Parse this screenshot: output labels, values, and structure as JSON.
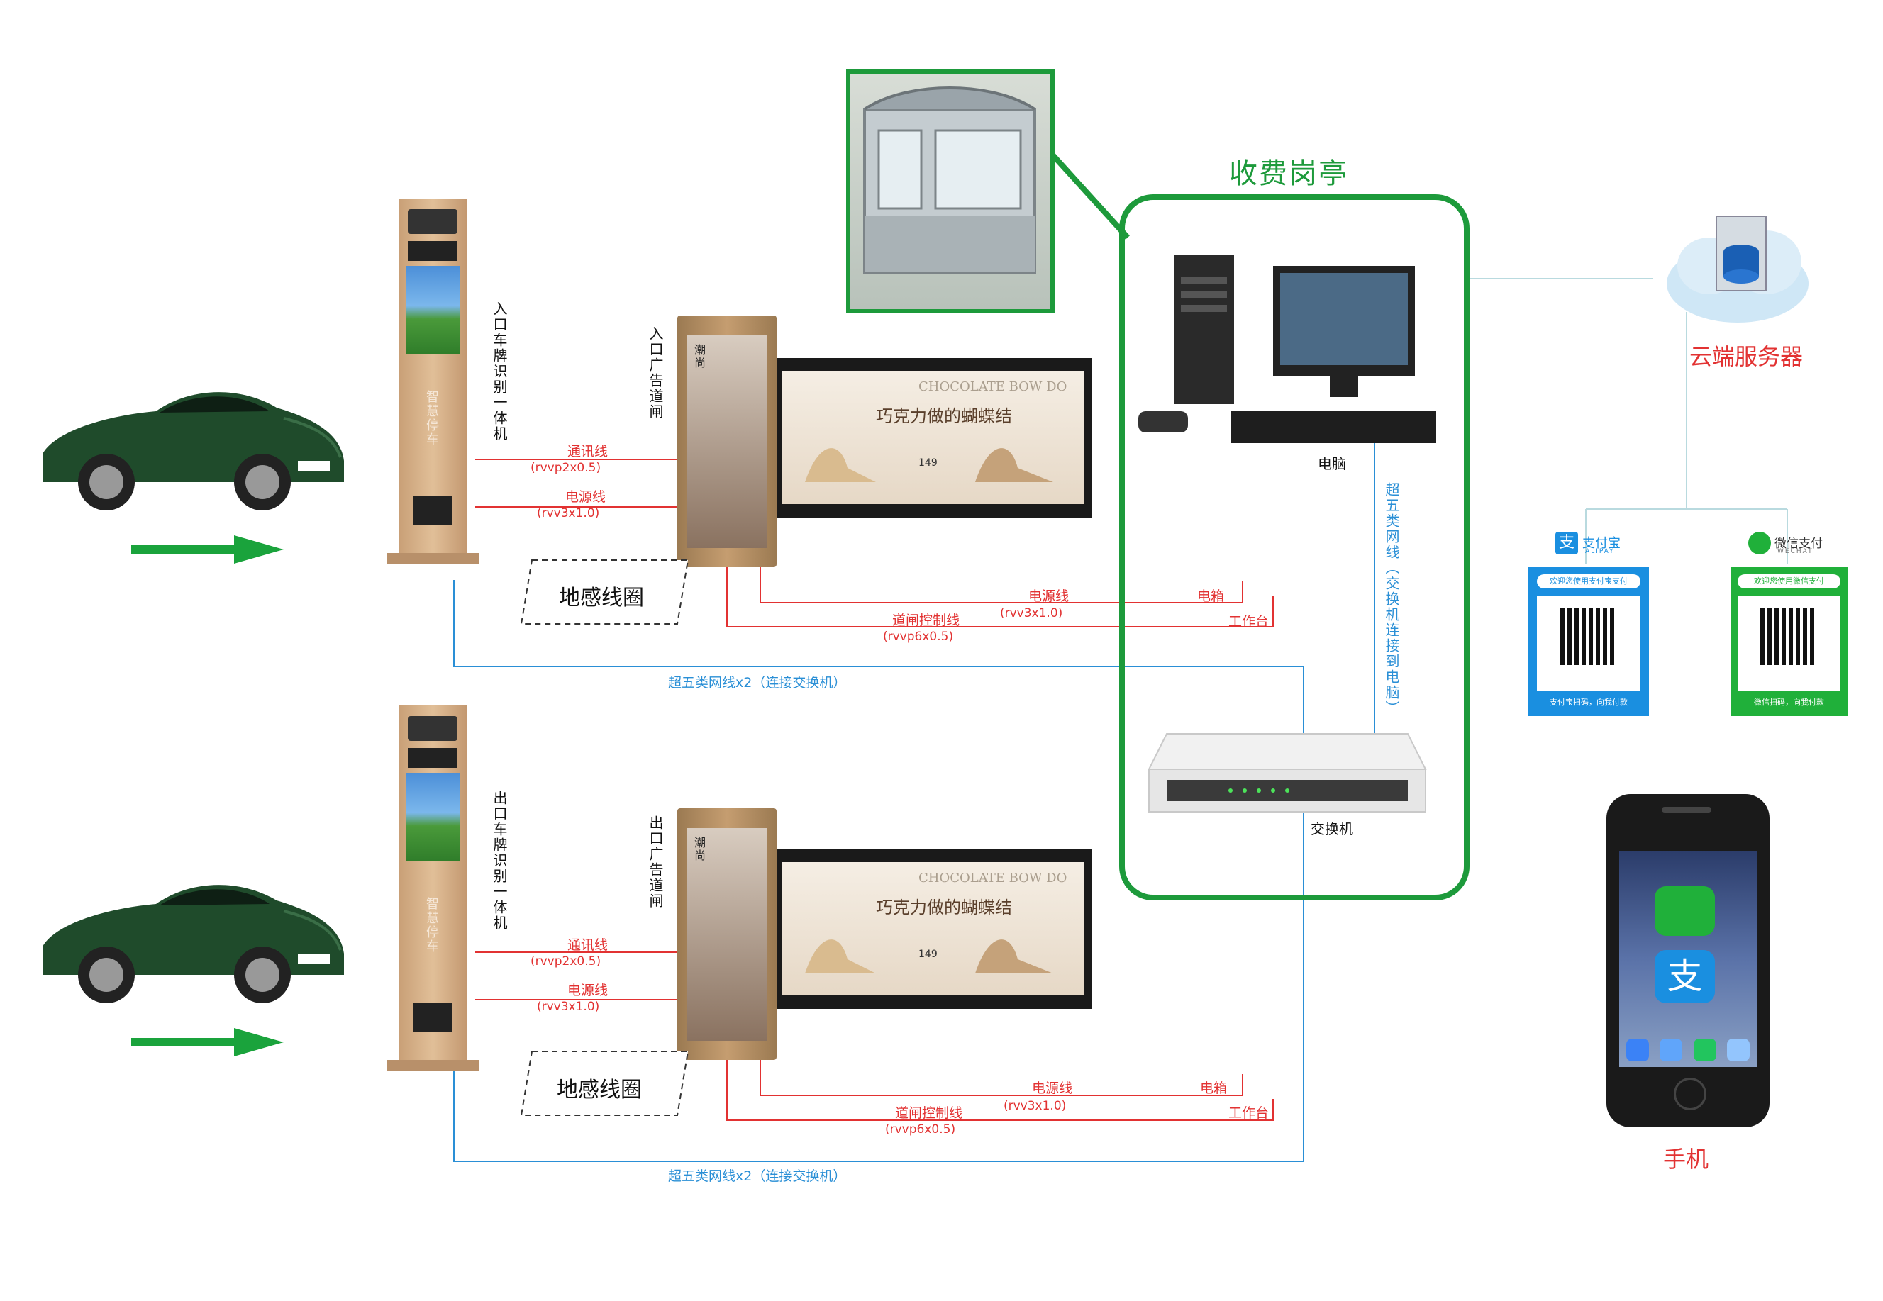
{
  "booth": {
    "title": "收费岗亭"
  },
  "cloud": {
    "label": "云端服务器"
  },
  "computer": {
    "label": "电脑"
  },
  "switch": {
    "label": "交换机"
  },
  "phone": {
    "label": "手机"
  },
  "cable_pc_switch": "超五类网线（交换机连接到电脑）",
  "entrance": {
    "lpr_label": "入口车牌识别一体机",
    "gate_label": "入口广告道闸",
    "lpr_screen_text": "智慧停车",
    "comm_line": "通讯线",
    "comm_spec": "(rvvp2x0.5)",
    "power_line": "电源线",
    "power_spec": "(rvv3x1.0)",
    "loop": "地感线圈",
    "gate_power_line": "电源线",
    "gate_power_spec": "(rvv3x1.0)",
    "gate_ctrl_line": "道闸控制线",
    "gate_ctrl_spec": "(rvvp6x0.5)",
    "power_box": "电箱",
    "workbench": "工作台",
    "network": "超五类网线x2（连接交换机）"
  },
  "exit": {
    "lpr_label": "出口车牌识别一体机",
    "gate_label": "出口广告道闸",
    "lpr_screen_text": "智慧停车",
    "comm_line": "通讯线",
    "comm_spec": "(rvvp2x0.5)",
    "power_line": "电源线",
    "power_spec": "(rvv3x1.0)",
    "loop": "地感线圈",
    "gate_power_line": "电源线",
    "gate_power_spec": "(rvv3x1.0)",
    "gate_ctrl_line": "道闸控制线",
    "gate_ctrl_spec": "(rvvp6x0.5)",
    "power_box": "电箱",
    "workbench": "工作台",
    "network": "超五类网线x2（连接交换机）"
  },
  "ad": {
    "brand_en": "CHOCOLATE BOW DO",
    "slogan": "巧克力做的蝴蝶结",
    "price": "149",
    "banner_vertical": "潮尚"
  },
  "alipay": {
    "logo_text": "支付宝",
    "logo_sub": "ALIPAY",
    "welcome": "欢迎您使用支付宝支付",
    "footer": "支付宝扫码，向我付款"
  },
  "wechat": {
    "logo_text": "微信支付",
    "logo_sub": "WECHAT",
    "welcome": "欢迎您使用微信支付",
    "footer": "微信扫码，向我付款"
  },
  "colors": {
    "green_frame": "#1d9a3b",
    "red_wire": "#e23232",
    "blue_wire": "#2a8fd6",
    "alipay": "#1a8fe0",
    "wechat": "#20b03a"
  }
}
